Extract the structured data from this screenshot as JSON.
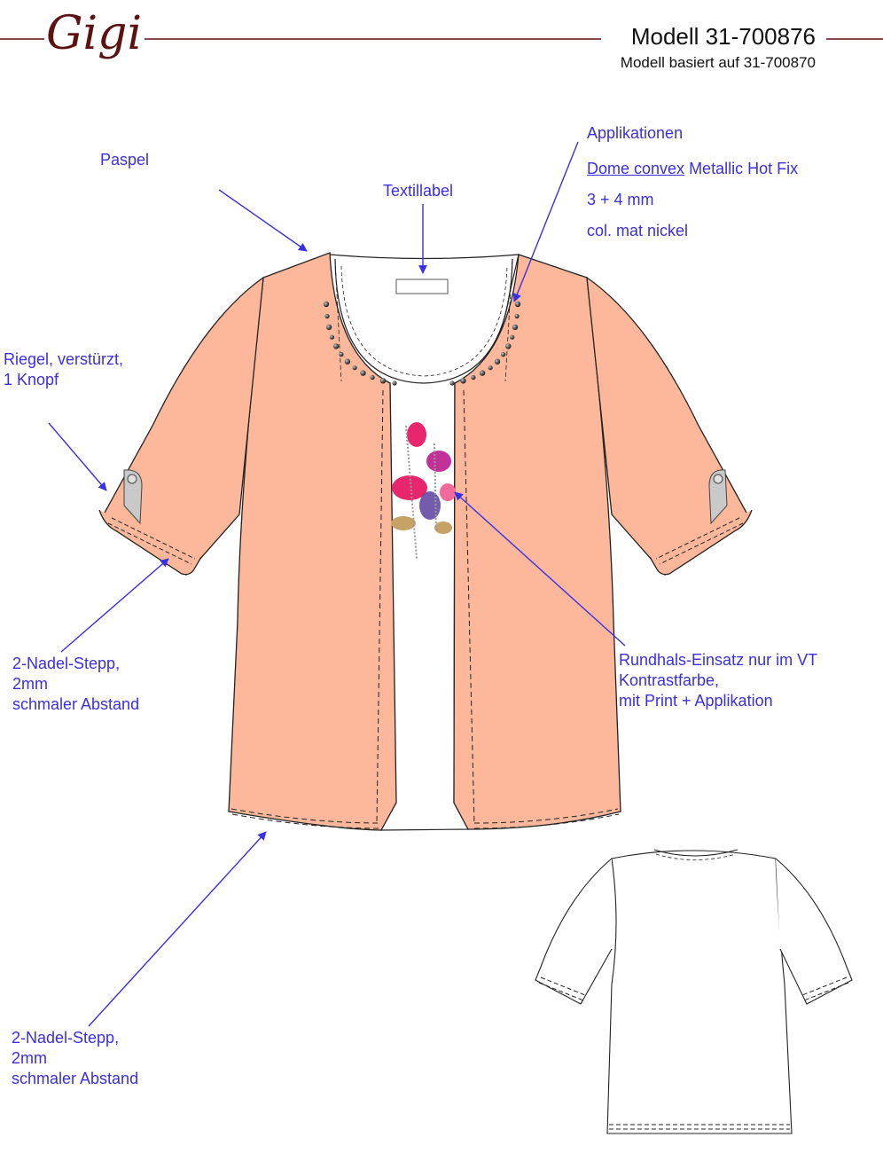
{
  "header": {
    "brand": "Gigi",
    "model": "Modell 31-700876",
    "based_on": "Modell basiert auf 31-700870"
  },
  "annotations": {
    "paspel": "Paspel",
    "textillabel": "Textillabel",
    "applikationen": {
      "title": "Applikationen",
      "line1_link": "Dome convex",
      "line1_rest": " Metallic Hot Fix",
      "line2": "3 + 4 mm",
      "line3": "col. mat nickel"
    },
    "riegel": {
      "line1": "Riegel, verstürzt,",
      "line2": "1 Knopf"
    },
    "stepp_sleeve": {
      "line1": "2-Nadel-Stepp,",
      "line2": "2mm",
      "line3": "schmaler Abstand"
    },
    "rundhals": {
      "line1": "Rundhals-Einsatz nur im VT",
      "line2": "Kontrastfarbe,",
      "line3": "mit Print + Applikation"
    },
    "stepp_hem": {
      "line1": "2-Nadel-Stepp,",
      "line2": "2mm",
      "line3": "schmaler Abstand"
    }
  },
  "colors": {
    "garment_front": "#fdb89b",
    "annotation": "#3a2ee6",
    "header_rule": "#5a1212",
    "print_primary": "#e8266e",
    "print_secondary": "#c7a266"
  }
}
